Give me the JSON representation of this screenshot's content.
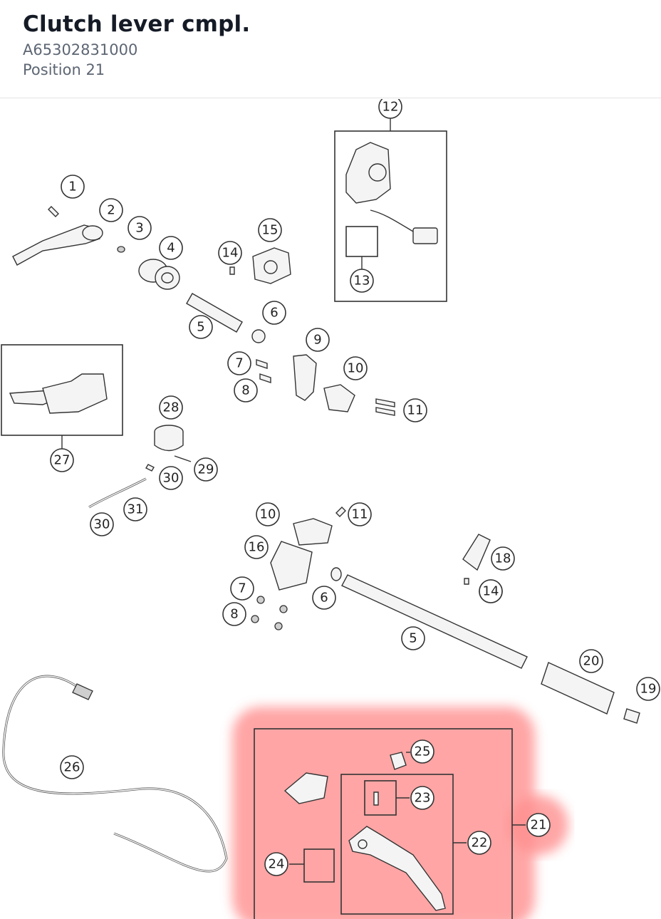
{
  "header": {
    "title": "Clutch lever cmpl.",
    "part_number": "A65302831000",
    "position": "Position 21"
  },
  "diagram": {
    "highlight_color": "#ff8f8f",
    "callouts": [
      "1",
      "2",
      "3",
      "4",
      "5",
      "6",
      "7",
      "8",
      "9",
      "10",
      "11",
      "12",
      "13",
      "14",
      "15",
      "14",
      "16",
      "10",
      "11",
      "7",
      "8",
      "6",
      "5",
      "18",
      "14",
      "20",
      "19",
      "21",
      "22",
      "23",
      "24",
      "25",
      "26",
      "27",
      "28",
      "29",
      "30",
      "30",
      "31"
    ]
  }
}
